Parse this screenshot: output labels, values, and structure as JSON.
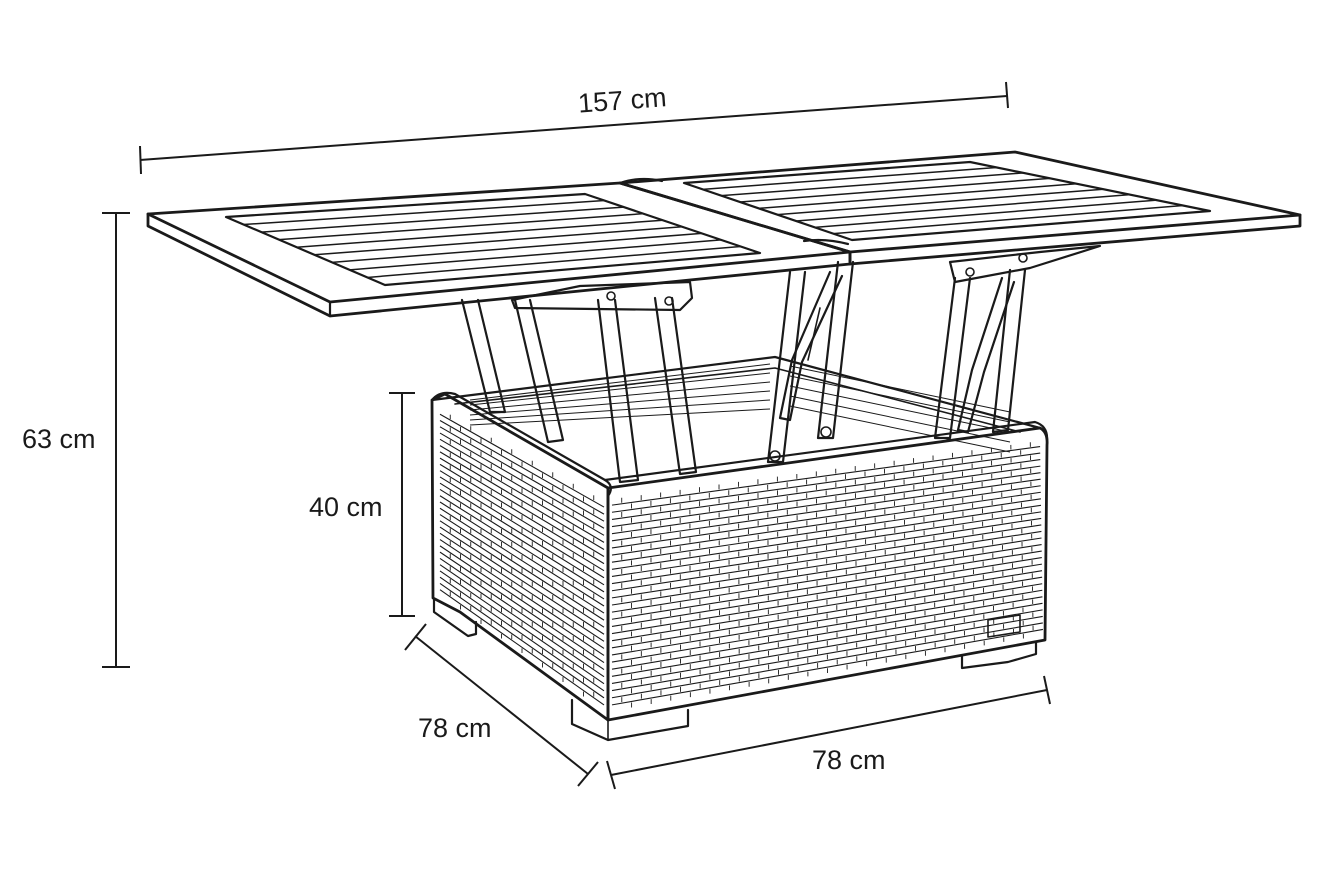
{
  "dimensions": {
    "width_total": "157 cm",
    "height_top": "63 cm",
    "height_base": "40 cm",
    "depth": "78 cm",
    "width_base": "78 cm"
  },
  "colors": {
    "line": "#1a1a1a",
    "background": "#ffffff"
  }
}
